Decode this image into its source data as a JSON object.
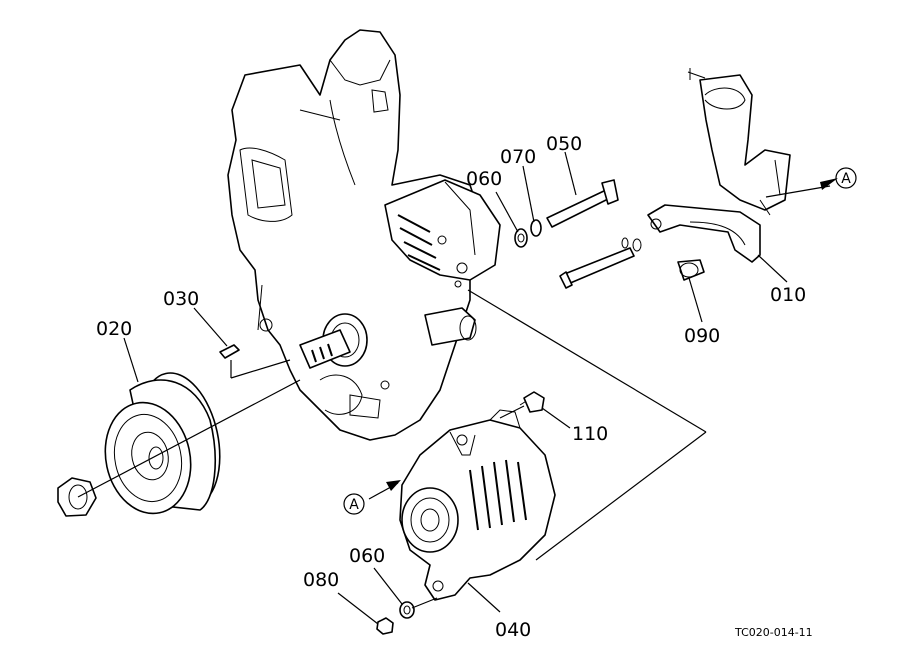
{
  "parts": {
    "p010": "010",
    "p020": "020",
    "p030": "030",
    "p040": "040",
    "p050": "050",
    "p060a": "060",
    "p060b": "060",
    "p070": "070",
    "p080": "080",
    "p090": "090",
    "p110": "110"
  },
  "markers": {
    "a_right": "A",
    "a_left": "A"
  },
  "drawing_code": "TC020-014-11"
}
